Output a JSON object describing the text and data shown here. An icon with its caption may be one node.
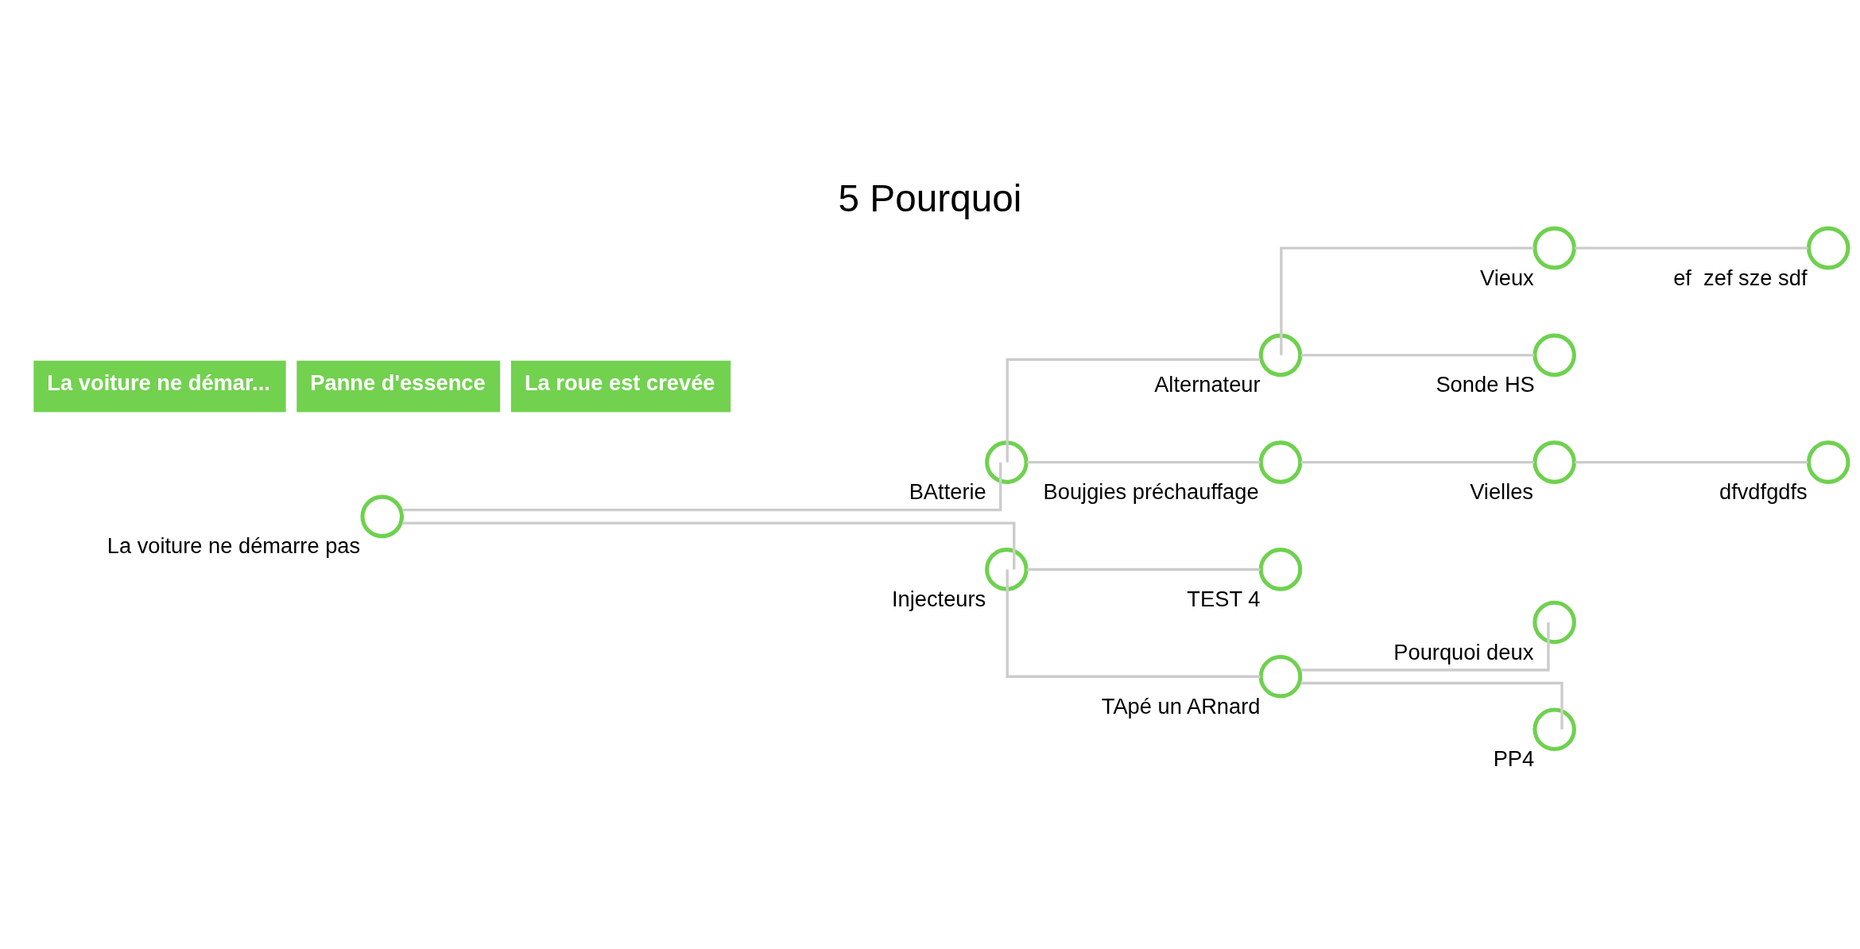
{
  "diagram": {
    "title": "5 Pourquoi",
    "nodes": [
      {
        "text": [],
        "shape": "circle",
        "beside": [
          "La voiture ne démarre pas"
        ]
      },
      {
        "text": [],
        "shape": "circle",
        "beside": [
          "BAtterie"
        ]
      },
      {
        "text": [],
        "shape": "circle",
        "beside": [
          "Alternateur"
        ]
      },
      {
        "text": [],
        "shape": "circle",
        "beside": [
          "Vieux"
        ]
      },
      {
        "text": [],
        "shape": "circle",
        "beside": [
          "ef  zef sze sdf"
        ]
      },
      {
        "text": [],
        "shape": "circle",
        "beside": [
          "Sonde HS"
        ]
      },
      {
        "text": [],
        "shape": "circle",
        "beside": [
          "Boujgies préchauffage"
        ]
      },
      {
        "text": [],
        "shape": "circle",
        "beside": [
          "Vielles"
        ]
      },
      {
        "text": [],
        "shape": "circle",
        "beside": [
          "dfvdfgdfs"
        ]
      },
      {
        "text": [],
        "shape": "circle",
        "beside": [
          "Injecteurs"
        ]
      },
      {
        "text": [],
        "shape": "circle",
        "beside": [
          "TEST 4"
        ]
      },
      {
        "text": [],
        "shape": "circle",
        "beside": [
          "TApé un ARnard"
        ]
      },
      {
        "text": [],
        "shape": "circle",
        "beside": [
          "Pourquoi deux"
        ]
      },
      {
        "text": [],
        "shape": "circle",
        "beside": [
          "PP4"
        ]
      }
    ],
    "edges": [
      {
        "from": 0,
        "to": 1,
        "arrow": "none"
      },
      {
        "from": 0,
        "to": 9,
        "arrow": "none"
      },
      {
        "from": 1,
        "to": 2,
        "arrow": "none"
      },
      {
        "from": 1,
        "to": 6,
        "arrow": "none"
      },
      {
        "from": 2,
        "to": 3,
        "arrow": "none"
      },
      {
        "from": 2,
        "to": 5,
        "arrow": "none"
      },
      {
        "from": 3,
        "to": 4,
        "arrow": "none"
      },
      {
        "from": 6,
        "to": 7,
        "arrow": "none"
      },
      {
        "from": 7,
        "to": 8,
        "arrow": "none"
      },
      {
        "from": 9,
        "to": 10,
        "arrow": "none"
      },
      {
        "from": 9,
        "to": 11,
        "arrow": "none"
      },
      {
        "from": 11,
        "to": 12,
        "arrow": "none"
      },
      {
        "from": 11,
        "to": 13,
        "arrow": "none"
      }
    ],
    "labels": [
      "La voiture ne démar...",
      "Panne d'essence",
      "La roue est crevée"
    ]
  }
}
